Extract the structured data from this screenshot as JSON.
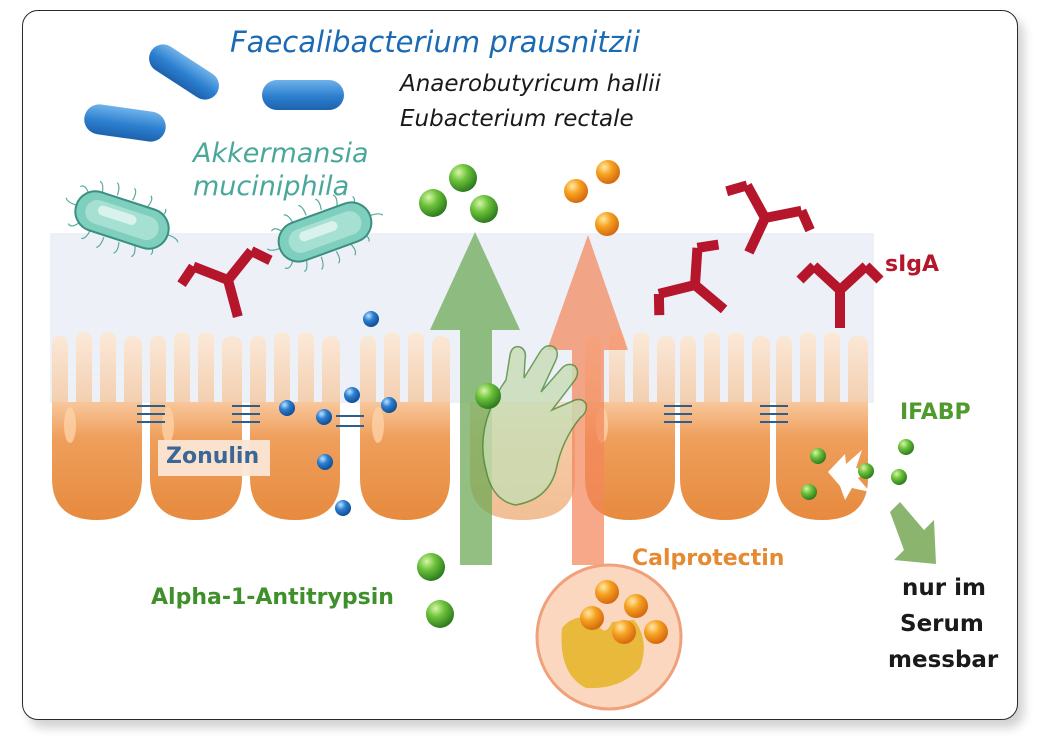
{
  "labels": {
    "faecalibacterium": "Faecalibacterium prausnitzii",
    "anaerobutyricum": "Anaerobutyricum hallii",
    "eubacterium": "Eubacterium rectale",
    "akkermansia_line1": "Akkermansia",
    "akkermansia_line2": "muciniphila",
    "siga": "sIgA",
    "ifabp": "IFABP",
    "zonulin": "Zonulin",
    "alpha1": "Alpha-1-Antitrypsin",
    "calprotectin": "Calprotectin",
    "serum_line1": "nur im",
    "serum_line2": "Serum",
    "serum_line3": "messbar"
  },
  "colors": {
    "faecalibacterium": "#1a6bb3",
    "akkermansia": "#4aa89a",
    "siga": "#b5162b",
    "ifabp": "#4f9a2c",
    "zonulin": "#3a6796",
    "alpha1": "#3f8f2a",
    "calprotectin": "#e68a32",
    "serum": "#1a1a1a",
    "cells": "#ee9a55",
    "mucus": "#eef0f8"
  },
  "icons": [
    "blue-rod-bacterium-icon",
    "green-flagellated-bacterium-icon",
    "antibody-icon",
    "green-protein-sphere-icon",
    "orange-protein-sphere-icon",
    "blue-zonulin-dot-icon",
    "tight-junction-icon",
    "up-arrow-icon",
    "hand-icon",
    "neutrophil-icon",
    "burst-icon",
    "down-arrow-icon"
  ]
}
